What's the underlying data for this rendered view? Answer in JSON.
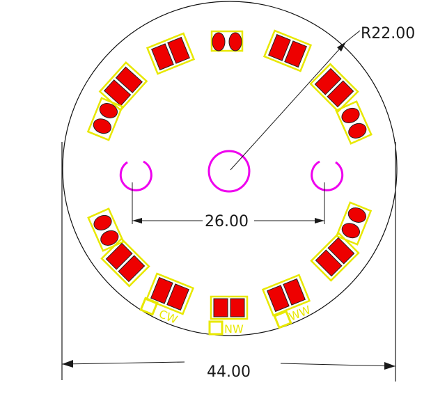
{
  "dimensions": {
    "radius_label": "R22.00",
    "hole_spacing_label": "26.00",
    "diameter_label": "44.00"
  },
  "channel_labels": {
    "cw": "CW",
    "nw": "NW",
    "ww": "WW"
  },
  "colors": {
    "outline": "#111111",
    "pad": "#ee0000",
    "silkscreen": "#e8e800",
    "hole": "#ee00ee",
    "dimension": "#1a1a1a"
  }
}
